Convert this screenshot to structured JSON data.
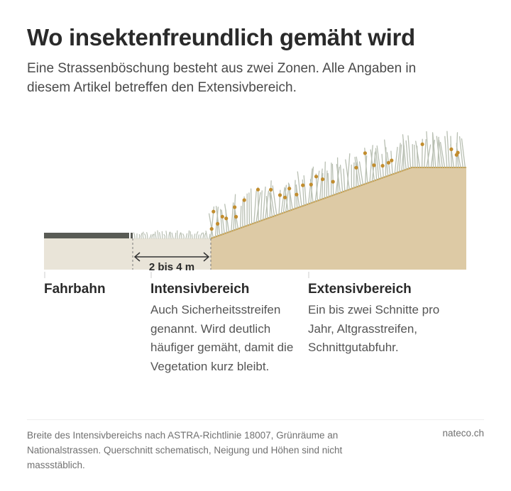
{
  "header": {
    "title": "Wo insektenfreundlich gemäht wird",
    "subtitle": "Eine Strassenböschung besteht aus zwei Zonen. Alle Angaben in diesem Artikel betreffen den Extensivbereich."
  },
  "diagram": {
    "width_label": "2 bis 4 m",
    "colors": {
      "road": "#595b55",
      "shoulder": "#e9e4d8",
      "slope": "#ddcaa5",
      "slope_edge": "#c9a04c",
      "grass": "#b8bfb2",
      "flower": "#c28d2e"
    }
  },
  "zones": [
    {
      "title": "Fahrbahn",
      "description": ""
    },
    {
      "title": "Intensivbereich",
      "description": "Auch Sicherheitsstreifen genannt. Wird deutlich häufiger gemäht, damit die Vegetation kurz bleibt."
    },
    {
      "title": "Extensivbereich",
      "description": "Ein bis zwei Schnitte pro Jahr, Altgrasstreifen, Schnittgutabfuhr."
    }
  ],
  "footer": {
    "note": "Breite des Intensivbereichs nach ASTRA-Richtlinie 18007, Grünräume an Nationalstrassen. Querschnitt schematisch, Neigung und Höhen sind nicht massstäblich.",
    "source": "nateco.ch"
  }
}
